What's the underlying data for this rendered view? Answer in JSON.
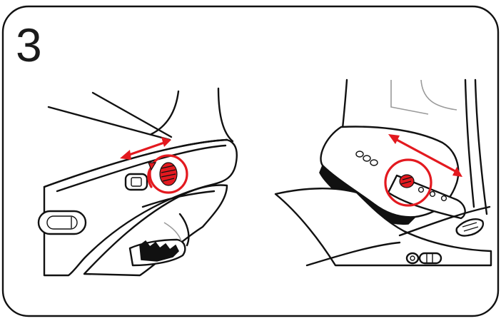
{
  "step": {
    "number": "3"
  },
  "colors": {
    "frame": "#111111",
    "highlight": "#e3191f",
    "background": "#ffffff"
  },
  "panels": [
    {
      "name": "left-view",
      "callout": "adjustment-screw-circle",
      "indicator": "double-arrow-slide"
    },
    {
      "name": "right-view",
      "callout": "adjustment-screw-circle",
      "indicator": "double-arrow-slide"
    }
  ]
}
